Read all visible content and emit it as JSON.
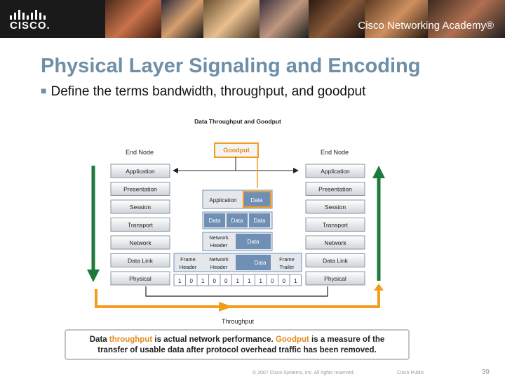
{
  "header": {
    "logo_text": "CISCO.",
    "academy": "Cisco Networking Academy®"
  },
  "slide": {
    "title": "Physical Layer Signaling and Encoding",
    "bullet": "Define the terms bandwidth, throughput, and goodput"
  },
  "diagram": {
    "title": "Data Throughput and Goodput",
    "left_label": "End Node",
    "right_label": "End Node",
    "goodput": "Goodput",
    "throughput": "Throughput",
    "layers": [
      "Application",
      "Presentation",
      "Session",
      "Transport",
      "Network",
      "Data Link",
      "Physical"
    ],
    "app_label": "Application",
    "data_label": "Data",
    "network_header": [
      "Network",
      "Header"
    ],
    "frame_header": [
      "Frame",
      "Header"
    ],
    "frame_trailer": [
      "Frame",
      "Trailer"
    ],
    "bits": [
      "1",
      "0",
      "1",
      "0",
      "0",
      "1",
      "1",
      "1",
      "0",
      "0",
      "1"
    ]
  },
  "caption": {
    "p1": "Data ",
    "k1": "throughput",
    "p2": " is actual network performance. ",
    "k2": "Goodput",
    "p3": " is a measure of the",
    "line2": "transfer of usable data after protocol overhead traffic has been removed."
  },
  "footer": {
    "copyright": "© 2007 Cisco Systems, Inc. All rights reserved.",
    "classification": "Cisco Public",
    "page": "39"
  },
  "colors": {
    "title": "#6e8fa8",
    "orange": "#f39c1e",
    "green": "#1e7a3c",
    "layer_fill": "#dfe4e8",
    "data_fill": "#6f8fb5"
  }
}
